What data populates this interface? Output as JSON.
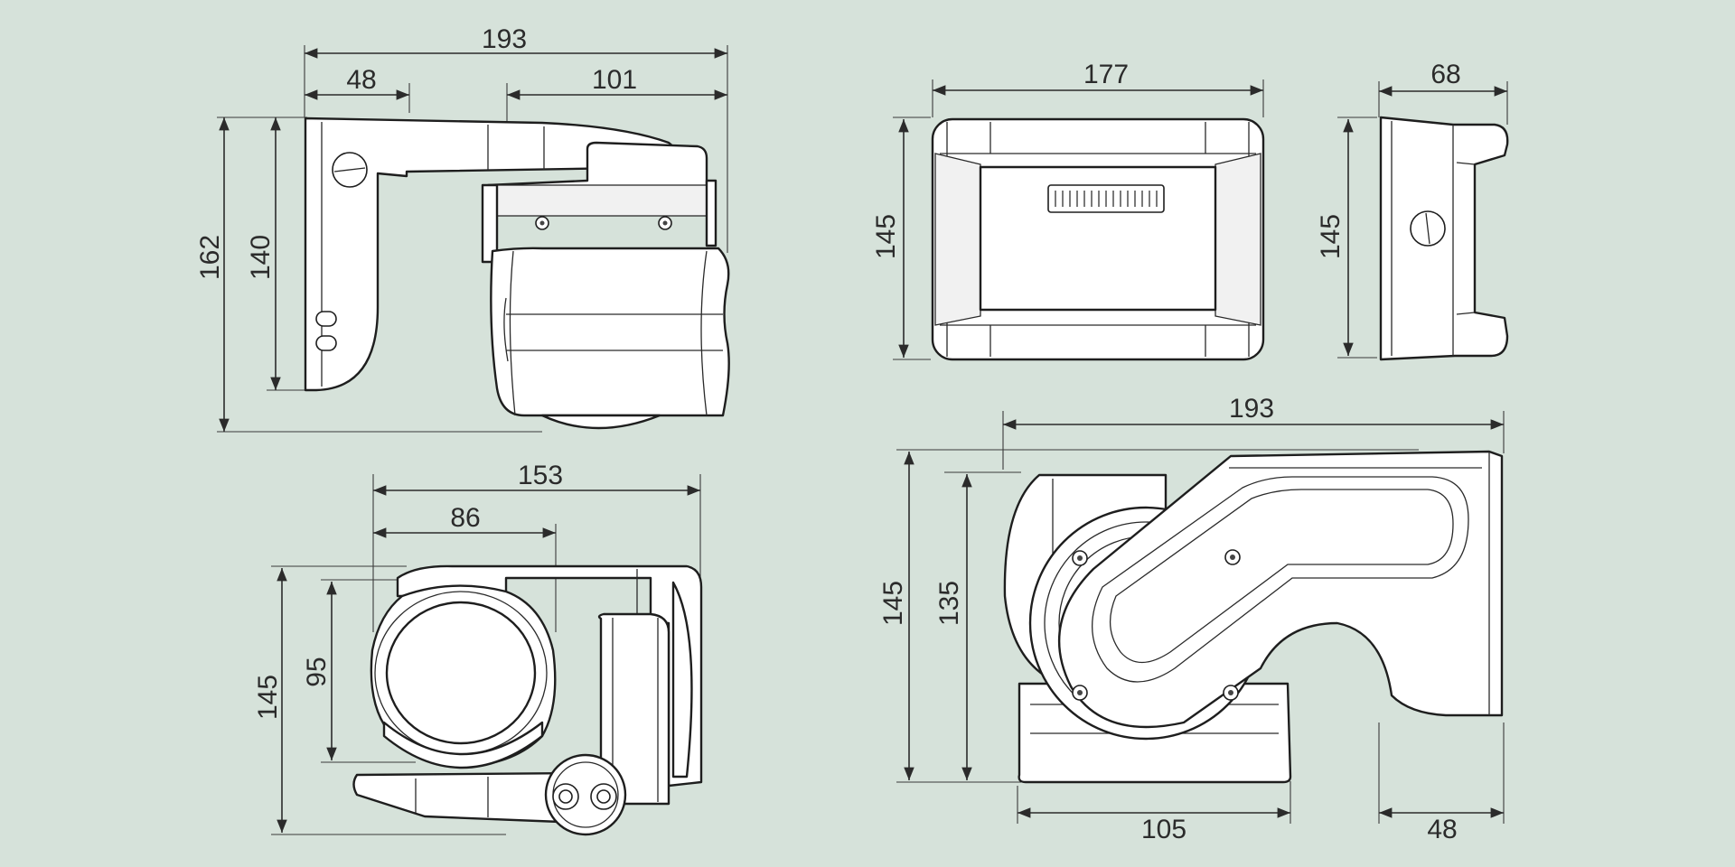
{
  "dimensions": {
    "top_left": {
      "overall_width": "193",
      "left_width": "48",
      "right_width": "101",
      "overall_height": "162",
      "inner_height": "140"
    },
    "top_middle": {
      "width": "177",
      "height": "145"
    },
    "top_right": {
      "width": "68",
      "height": "145"
    },
    "bottom_left": {
      "overall_width": "153",
      "inner_width": "86",
      "overall_height": "145",
      "inner_height": "95"
    },
    "bottom_right": {
      "overall_width": "193",
      "overall_height": "145",
      "inner_height": "135",
      "base_width": "105",
      "right_width": "48"
    }
  },
  "colors": {
    "background": "#d6e2da",
    "line": "#1e1e1e",
    "fill": "#ffffff"
  }
}
